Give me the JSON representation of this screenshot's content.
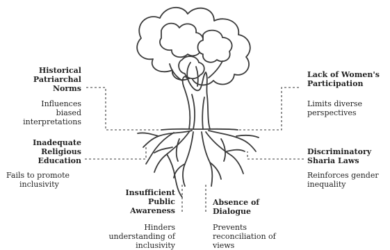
{
  "colors": {
    "ink": "#3a3a3a",
    "text": "#222222",
    "background": "#ffffff"
  },
  "causes": [
    {
      "title": [
        "Historical",
        "Patriarchal",
        "Norms"
      ],
      "effect": [
        "Influences",
        "biased",
        "interpretations"
      ]
    },
    {
      "title": [
        "Lack of Women's",
        "Participation"
      ],
      "effect": [
        "Limits diverse",
        "perspectives"
      ]
    },
    {
      "title": [
        "Inadequate",
        "Religious",
        "Education"
      ],
      "effect": [
        "Fails to promote",
        "inclusivity"
      ]
    },
    {
      "title": [
        "Discriminatory",
        "Sharia Laws"
      ],
      "effect": [
        "Reinforces gender",
        "inequality"
      ]
    },
    {
      "title": [
        "Insufficient",
        "Public",
        "Awareness"
      ],
      "effect": [
        "Hinders",
        "understanding of",
        "inclusivity"
      ]
    },
    {
      "title": [
        "Absence of",
        "Dialogue"
      ],
      "effect": [
        "Prevents",
        "reconciliation of",
        "views"
      ]
    }
  ]
}
